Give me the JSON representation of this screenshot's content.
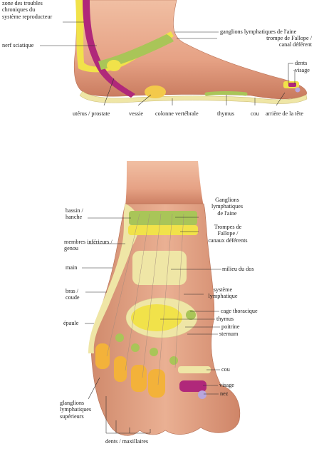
{
  "top_figure": {
    "labels": {
      "zone_troubles": [
        "zone des troubles",
        "chroniques du",
        "système reproducteur"
      ],
      "nerf_sciatique": "nerf sciatique",
      "ganglions_aine": "ganglions lymphatiques de l'aine",
      "trompe_fallope": [
        "trompe de Fallope /",
        "canal déférent"
      ],
      "dents": "dents",
      "visage": "visage",
      "uterus_prostate": "utérus / prostate",
      "vessie": "vessie",
      "colonne": "colonne vertébrale",
      "thymus": "thymus",
      "cou": "cou",
      "arriere_tete": "arrière de la tête"
    }
  },
  "bottom_figure": {
    "labels": {
      "bassin": [
        "bassin /",
        "hanche"
      ],
      "membres": [
        "membres inférieurs /",
        "genou"
      ],
      "main": "main",
      "bras": [
        "bras /",
        "coude"
      ],
      "epaule": "épaule",
      "glanglions_sup": [
        "glanglions",
        "lymphatiques",
        "supérieurs"
      ],
      "dents_max": "dents / maxillaires",
      "ganglions_aine": [
        "Ganglions",
        "lymphatiques",
        "de l'aine"
      ],
      "trompes": [
        "Trompes de",
        "Fallope /",
        "canaux déférents"
      ],
      "milieu_dos": "milieu du dos",
      "systeme_lymph": [
        "système",
        "lymphatique"
      ],
      "cage": "cage thoracique",
      "thymus": "thymus",
      "poitrine": "poitrine",
      "sternum": "sternum",
      "cou": "cou",
      "visage": "visage",
      "nez": "nez"
    }
  },
  "colors": {
    "skin": "#e9a989",
    "skin_shade": "#c8775b",
    "yellow": "#f1e24a",
    "green": "#a9c558",
    "pale": "#f0e9b4",
    "orange": "#f3b23a",
    "magenta": "#b0287a",
    "lavender": "#b9a6dd"
  }
}
